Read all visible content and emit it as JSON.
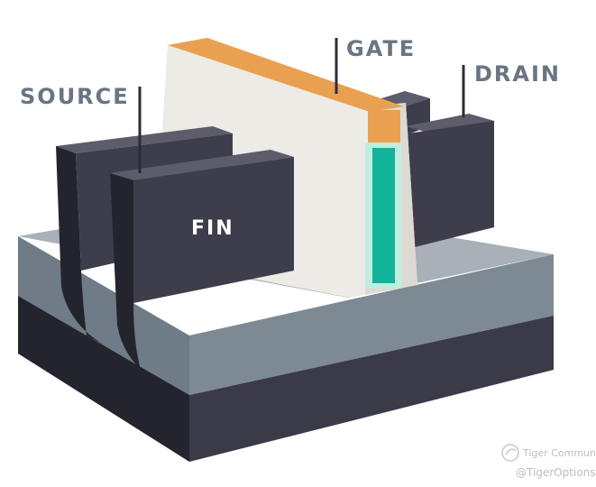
{
  "labels": {
    "gate": "GATE",
    "drain": "DRAIN",
    "source": "SOURCE",
    "fin": "FIN"
  },
  "watermark": {
    "brand": "Tiger Community",
    "handle": "@TigerOptions"
  },
  "colors": {
    "gate_cap": "#e9a050",
    "gate_oxide": "#bfeee0",
    "gate_channel": "#12b398",
    "fin_dark": "#3e3d4b",
    "substrate_top": "#a8b0b8",
    "substrate_side": "#7d8993",
    "bulk": "#2f2f3d",
    "gate_body": "#ecebe6"
  }
}
